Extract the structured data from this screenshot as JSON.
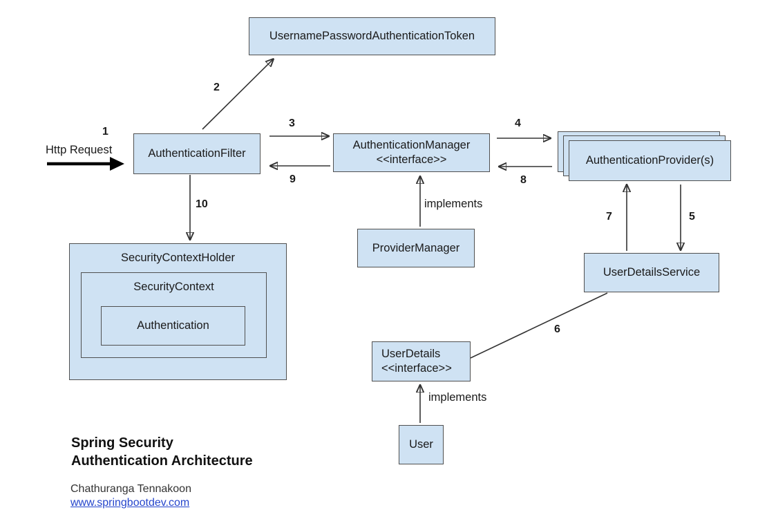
{
  "diagram": {
    "title_line1": "Spring Security",
    "title_line2": "Authentication Architecture",
    "author": "Chathuranga Tennakoon",
    "website": "www.springbootdev.com",
    "http_request_label": "Http Request",
    "nodes": {
      "token": "UsernamePasswordAuthenticationToken",
      "filter": "AuthenticationFilter",
      "manager_line1": "AuthenticationManager",
      "manager_line2": "<<interface>>",
      "providers": "AuthenticationProvider(s)",
      "provider_manager": "ProviderManager",
      "user_details_service": "UserDetailsService",
      "user_details_line1": "UserDetails",
      "user_details_line2": "<<interface>>",
      "user": "User",
      "security_context_holder": "SecurityContextHolder",
      "security_context": "SecurityContext",
      "authentication": "Authentication"
    },
    "edge_labels": {
      "step1": "1",
      "step2": "2",
      "step3": "3",
      "step4": "4",
      "step5": "5",
      "step6": "6",
      "step7": "7",
      "step8": "8",
      "step9": "9",
      "step10": "10",
      "implements_manager": "implements",
      "implements_user": "implements"
    }
  },
  "colors": {
    "box_fill": "#cfe2f3",
    "box_border": "#4f4f4f",
    "arrow": "#333333",
    "text": "#1a1a1a",
    "link": "#2545cc"
  }
}
